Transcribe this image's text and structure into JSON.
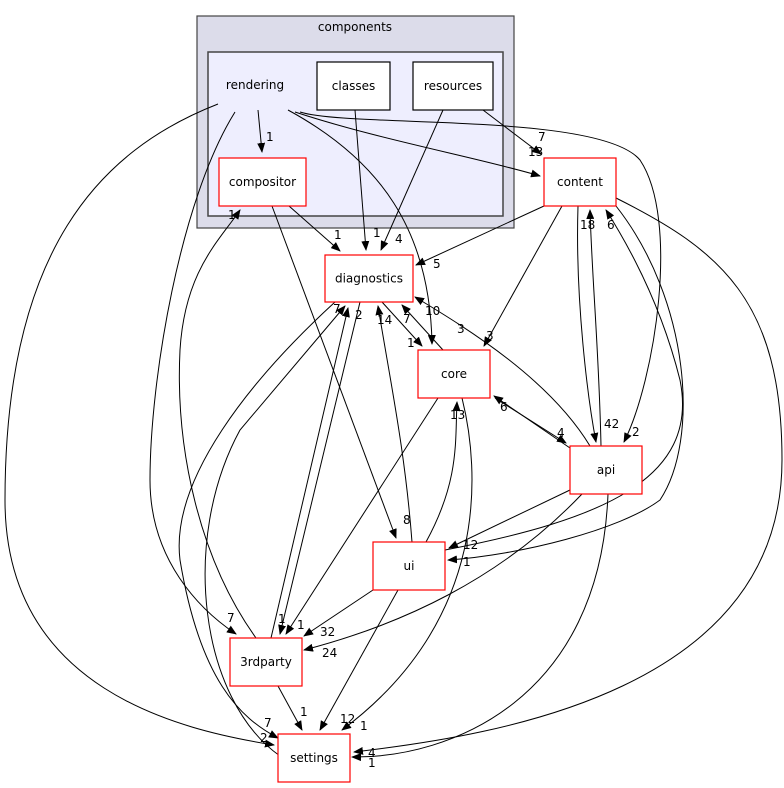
{
  "colors": {
    "cluster_outer": "#dcdcea",
    "cluster_inner": "#eeeefe",
    "node_border": "#ff0000",
    "edge": "#000000"
  },
  "cluster": {
    "title": "components",
    "main_dir": "rendering"
  },
  "nodes": {
    "classes": "classes",
    "resources": "resources",
    "compositor": "compositor",
    "content": "content",
    "diagnostics": "diagnostics",
    "core": "core",
    "api": "api",
    "ui": "ui",
    "thirdparty": "3rdparty",
    "settings": "settings"
  },
  "edges": [
    {
      "from": "rendering",
      "to": "compositor",
      "label": "1"
    },
    {
      "from": "rendering",
      "to": "3rdparty",
      "label": "7"
    },
    {
      "from": "rendering",
      "to": "settings",
      "label": "2"
    },
    {
      "from": "rendering",
      "to": "core",
      "label": "3"
    },
    {
      "from": "rendering",
      "to": "content",
      "label": "13"
    },
    {
      "from": "rendering",
      "to": "api",
      "label": "2"
    },
    {
      "from": "classes",
      "to": "diagnostics",
      "label": "1"
    },
    {
      "from": "resources",
      "to": "diagnostics",
      "label": "4"
    },
    {
      "from": "resources",
      "to": "content",
      "label": "7"
    },
    {
      "from": "compositor",
      "to": "diagnostics",
      "label": "1"
    },
    {
      "from": "compositor",
      "to": "ui",
      "label": "8"
    },
    {
      "from": "content",
      "to": "diagnostics",
      "label": "5"
    },
    {
      "from": "content",
      "to": "core",
      "label": "3"
    },
    {
      "from": "content",
      "to": "api",
      "label": "42"
    },
    {
      "from": "content",
      "to": "settings",
      "label": "4"
    },
    {
      "from": "diagnostics",
      "to": "core",
      "label": "1"
    },
    {
      "from": "core",
      "to": "diagnostics",
      "label": "7"
    },
    {
      "from": "core",
      "to": "3rdparty",
      "label": "1"
    },
    {
      "from": "core",
      "to": "settings",
      "label": "1"
    },
    {
      "from": "core",
      "to": "api",
      "label": "4"
    },
    {
      "from": "api",
      "to": "core",
      "label": "6"
    },
    {
      "from": "api",
      "to": "diagnostics",
      "label": "10"
    },
    {
      "from": "api",
      "to": "content",
      "label": "18"
    },
    {
      "from": "ui",
      "to": "content",
      "label": "6"
    },
    {
      "from": "api",
      "to": "ui",
      "label": "12"
    },
    {
      "from": "content",
      "to": "ui",
      "label": "1"
    },
    {
      "from": "api",
      "to": "3rdparty",
      "label": "24"
    },
    {
      "from": "api",
      "to": "settings",
      "label": "1"
    },
    {
      "from": "ui",
      "to": "diagnostics",
      "label": "14"
    },
    {
      "from": "ui",
      "to": "core",
      "label": "13"
    },
    {
      "from": "ui",
      "to": "3rdparty",
      "label": "32"
    },
    {
      "from": "ui",
      "to": "settings",
      "label": "12"
    },
    {
      "from": "3rdparty",
      "to": "settings",
      "label": "1"
    },
    {
      "from": "3rdparty",
      "to": "compositor",
      "label": "1"
    },
    {
      "from": "3rdparty",
      "to": "diagnostics",
      "label": "2"
    },
    {
      "from": "diagnostics",
      "to": "3rdparty",
      "label": "1"
    },
    {
      "from": "diagnostics",
      "to": "settings",
      "label": "7"
    },
    {
      "from": "settings",
      "to": "diagnostics",
      "label": "7"
    }
  ]
}
